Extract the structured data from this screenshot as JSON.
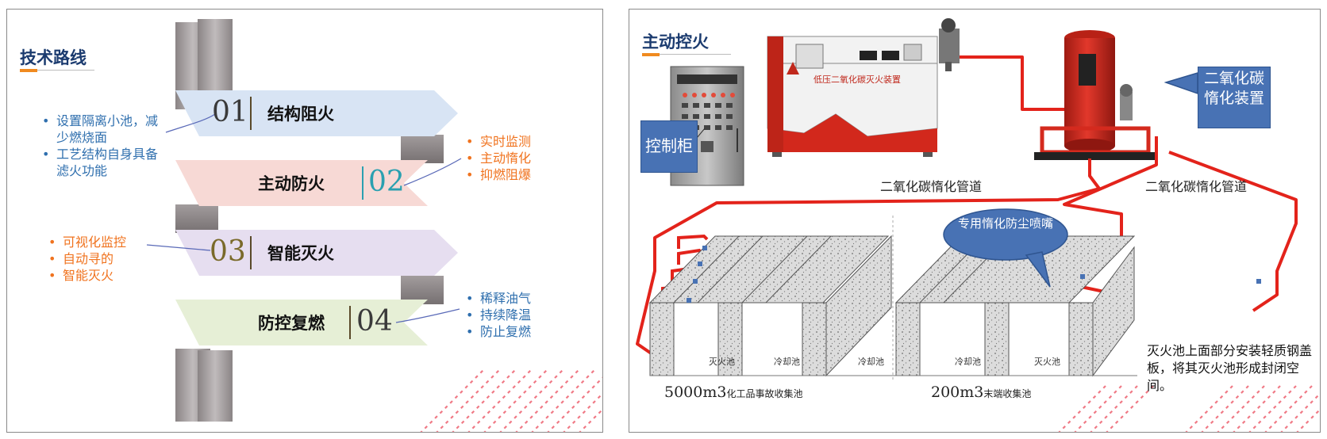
{
  "left": {
    "title": "技术路线",
    "steps": [
      {
        "num": "01",
        "label": "结构阻火"
      },
      {
        "num": "02",
        "label": "主动防火"
      },
      {
        "num": "03",
        "label": "智能灭火"
      },
      {
        "num": "04",
        "label": "防控复燃"
      }
    ],
    "notes": {
      "n1": [
        "设置隔离小池，减少燃烧面",
        "工艺结构自身具备滤火功能"
      ],
      "n2": [
        "实时监测",
        "主动惰化",
        "抑燃阻爆"
      ],
      "n3": [
        "可视化监控",
        "自动寻的",
        "智能灭火"
      ],
      "n4": [
        "稀释油气",
        "持续降温",
        "防止复燃"
      ]
    },
    "colors": {
      "band1": "#d8e4f4",
      "band2": "#f7d9d5",
      "band3": "#e6def0",
      "band4": "#e6efd6",
      "pillar": "#a29c9d",
      "orange": "#f0731f",
      "blue": "#2f6fae"
    }
  },
  "right": {
    "title": "主动控火",
    "labels": {
      "control_cabinet": "控制柜",
      "co2_device": "二氧化碳惰化装置",
      "pipe_left": "二氧化碳惰化管道",
      "pipe_right": "二氧化碳惰化管道",
      "nozzle": "专用惰化防尘喷嘴",
      "device_sign": "低压二氧化碳灭火装置",
      "pool_fire": "灭火池",
      "pool_cool": "冷却池",
      "caption_1": "5000m3",
      "caption_1_sub": "化工品事故收集池",
      "caption_2": "200m3",
      "caption_2_sub": "末端收集池",
      "note": "灭火池上面部分安装轻质钢盖板，将其灭火池形成封闭空间。"
    },
    "colors": {
      "pipe": "#e3231b",
      "label_box": "#4872b4",
      "tank": "#d42a1e"
    }
  }
}
